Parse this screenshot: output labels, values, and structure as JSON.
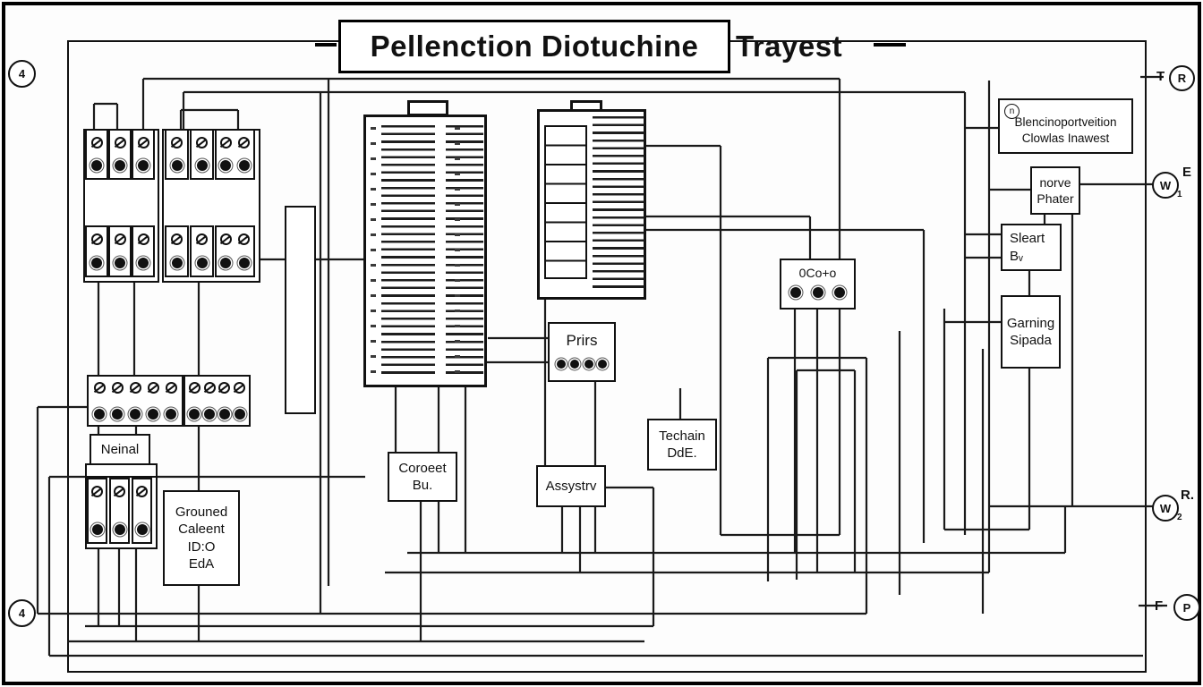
{
  "title": {
    "boxed": "Pellenction Diotuchine",
    "suffix": "Trayest"
  },
  "markers": {
    "left_top": "4",
    "left_bottom": "4",
    "top_right_prefix": "T",
    "top_right_circle": "R",
    "e_circle": "W",
    "e_sub": "1",
    "e_label": "E",
    "d_circle": "W",
    "d_sub": "2",
    "d_label": "R.",
    "f_prefix": "F",
    "f_circle": "P"
  },
  "components": {
    "blencino": {
      "badge": "n",
      "line1": "Blencinoportveition",
      "line2": "Clowlas Inawest"
    },
    "norve": {
      "line1": "norve",
      "line2": "Phater"
    },
    "sleart": {
      "line1": "Sleart",
      "line2": "Bᵥ"
    },
    "garning": {
      "line1": "Garning",
      "line2": "Sipada"
    },
    "oco": {
      "label": "0Co+o"
    },
    "prirs": {
      "label": "Prirs"
    },
    "techain": {
      "line1": "Techain",
      "line2": "DdE."
    },
    "coroeet": {
      "line1": "Coroeet",
      "line2": "Bu."
    },
    "assystv": {
      "label": "Assystrv"
    },
    "neinal": {
      "label": "Neinal"
    },
    "grouned": {
      "line1": "Grouned",
      "line2": "Caleent",
      "line3": "ID:O",
      "line4": "EdA"
    }
  }
}
